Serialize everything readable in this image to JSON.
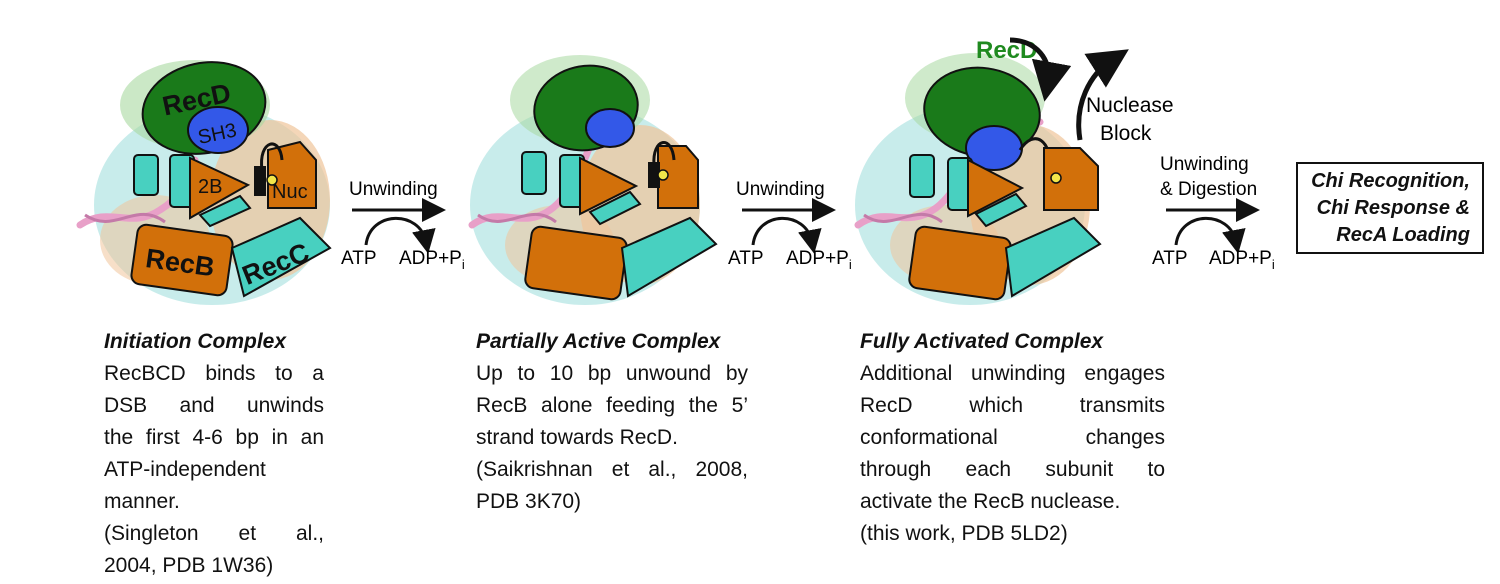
{
  "complexes": [
    {
      "title": "Initiation Complex",
      "lines": [
        "RecBCD binds to a",
        "DSB and unwinds",
        "the first 4-6 bp in an",
        "ATP-independent",
        "manner.",
        "(Singleton et al.,",
        "2004, PDB 1W36)"
      ],
      "labels": {
        "recd": "RecD",
        "sh3": "SH3",
        "twob": "2B",
        "nuc": "Nuc",
        "recb": "RecB",
        "recc": "RecC"
      }
    },
    {
      "title": "Partially Active Complex",
      "lines": [
        "Up to 10 bp unwound by",
        "RecB alone feeding the 5’",
        "strand towards RecD.",
        "(Saikrishnan et al., 2008,",
        "PDB 3K70)"
      ]
    },
    {
      "title": "Fully Activated Complex",
      "lines": [
        "Additional unwinding engages",
        "RecD which transmits",
        "conformational changes",
        "through each subunit to",
        "activate the RecB nuclease.",
        "(this work, PDB 5LD2)"
      ],
      "labels": {
        "recd": "RecD",
        "nuclease_block_1": "Nuclease",
        "nuclease_block_2": "Block"
      }
    }
  ],
  "steps": [
    {
      "label": "Unwinding",
      "atp": "ATP",
      "adp": "ADP+P",
      "adp_sub": "i"
    },
    {
      "label": "Unwinding",
      "atp": "ATP",
      "adp": "ADP+P",
      "adp_sub": "i"
    },
    {
      "label_1": "Unwinding",
      "label_2": "& Digestion",
      "atp": "ATP",
      "adp": "ADP+P",
      "adp_sub": "i"
    }
  ],
  "final": {
    "lines": [
      "Chi Recognition,",
      "Chi Response &",
      "RecA Loading"
    ]
  },
  "colors": {
    "recd": "#1a7a1a",
    "sh3": "#3358e8",
    "recb": "#d2700a",
    "recc": "#48d0c0",
    "dna": "#e8a0c8",
    "surface_cyan": "#b6e6e4",
    "surface_orange": "#f0c49a",
    "recd_label": "#1f8a1f"
  }
}
